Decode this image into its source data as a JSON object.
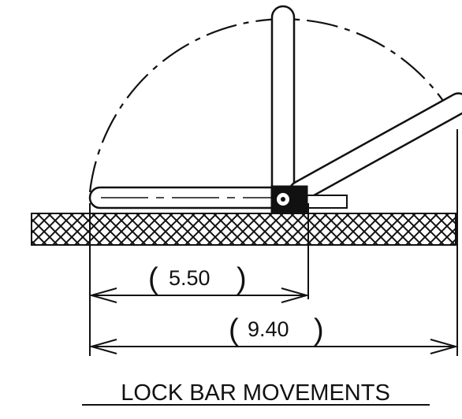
{
  "dimensions": {
    "short": {
      "open": "(",
      "value": "5.50",
      "close": ")"
    },
    "long": {
      "open": "(",
      "value": "9.40",
      "close": ")"
    }
  },
  "caption": "LOCK BAR MOVEMENTS",
  "colors": {
    "ink": "#111111",
    "background": "#ffffff"
  }
}
